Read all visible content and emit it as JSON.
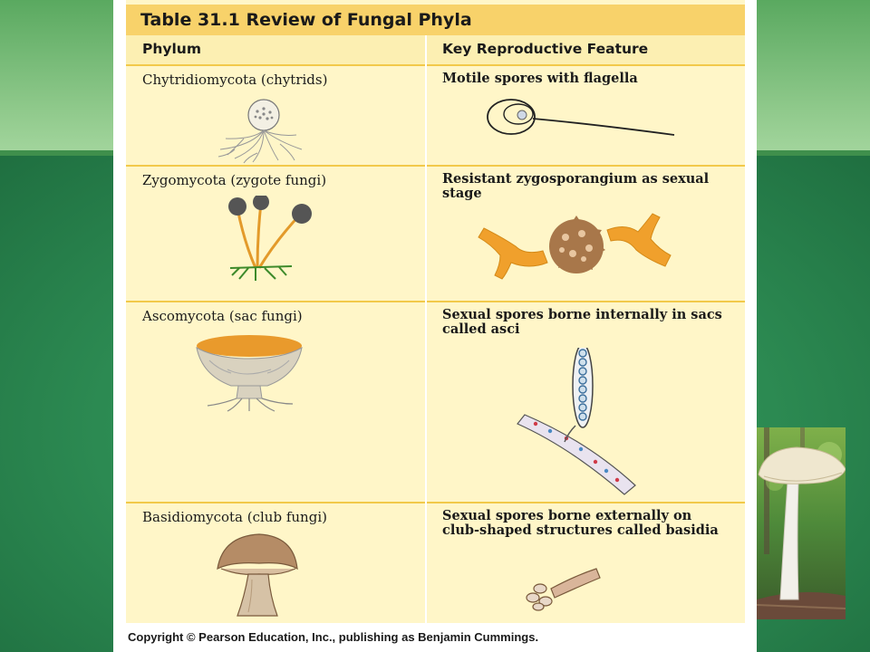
{
  "table": {
    "title": "Table 31.1 Review of Fungal Phyla",
    "headers": [
      "Phylum",
      "Key Reproductive Feature"
    ],
    "rows": [
      {
        "phylum": "Chytridiomycota (chytrids)",
        "feature": "Motile spores with flagella"
      },
      {
        "phylum": "Zygomycota (zygote fungi)",
        "feature": "Resistant zygosporangium as sexual stage"
      },
      {
        "phylum": "Ascomycota (sac fungi)",
        "feature": "Sexual spores borne internally in sacs called asci"
      },
      {
        "phylum": "Basidiomycota (club fungi)",
        "feature": "Sexual spores borne externally on club-shaped structures called basidia"
      }
    ]
  },
  "copyright": "Copyright © Pearson Education, Inc., publishing as Benjamin Cummings.",
  "colors": {
    "title_bar": "#f8d26a",
    "table_bg": "#fff6c8",
    "divider": "#f2c94a",
    "slide_green": "#2e8a52"
  },
  "illustrations": [
    "chytrid-illustration",
    "flagellated-spore-illustration",
    "zygomycete-illustration",
    "zygosporangium-illustration",
    "cup-fungus-illustration",
    "ascus-illustration",
    "mushroom-illustration",
    "basidium-illustration",
    "mushroom-photo"
  ]
}
